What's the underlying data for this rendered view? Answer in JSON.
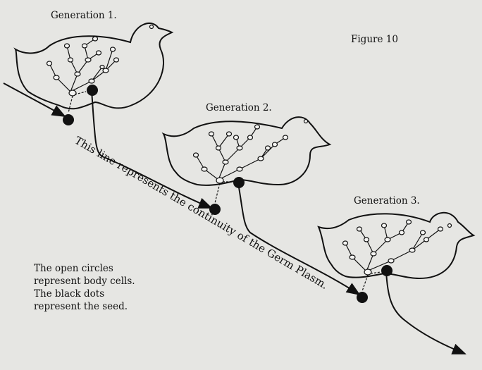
{
  "figure_label": "Figure 10",
  "generations": [
    "Generation 1.",
    "Generation 2.",
    "Generation 3."
  ],
  "continuity_label": "This line represents the continuity of the Germ Plasm.",
  "legend": [
    "The open circles",
    "represent body cells.",
    "The black dots",
    "represent the seed."
  ]
}
